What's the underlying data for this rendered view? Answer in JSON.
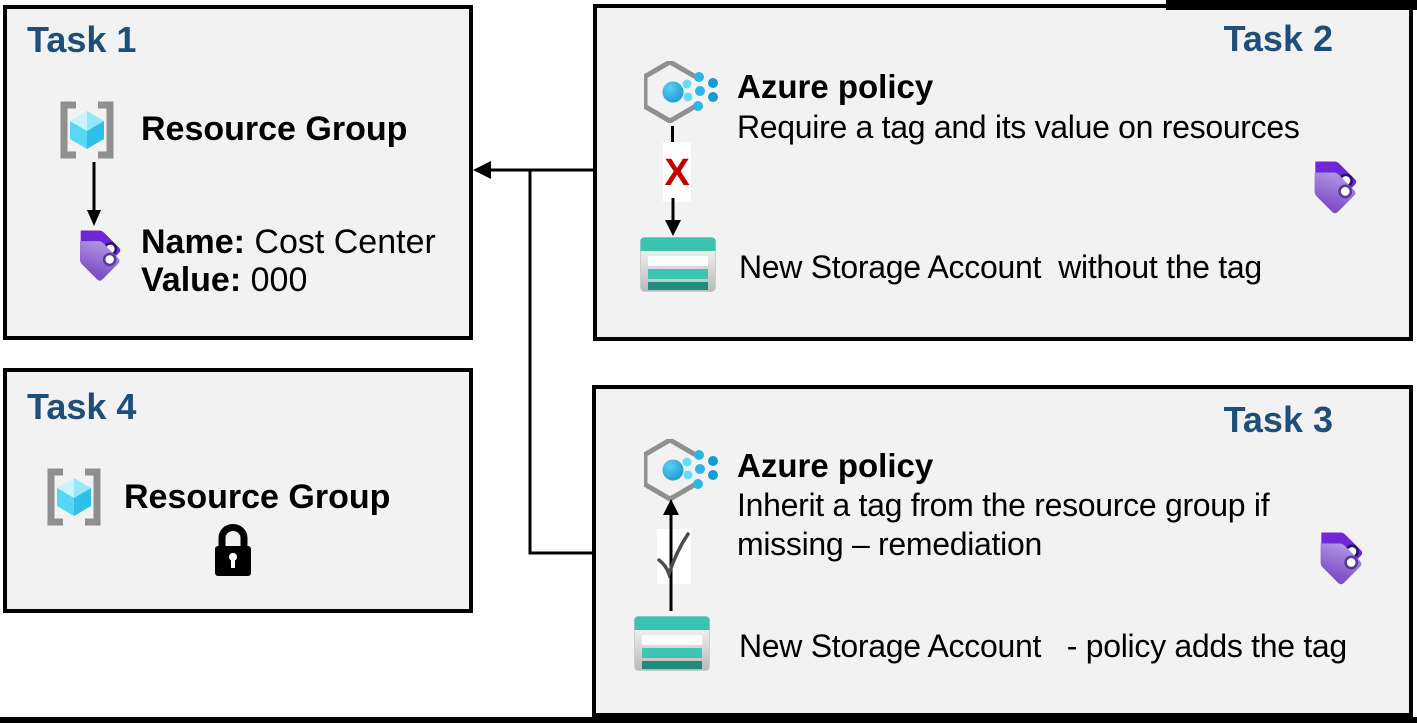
{
  "colors": {
    "task_header_blue": "#1F4E79",
    "box_background": "#F2F2F2",
    "box_border": "#000000",
    "reject_x_red": "#C00000",
    "tag_purple_back": "#7226D9",
    "tag_purple_front_light": "#BBA6EA",
    "tag_purple_front_dark": "#7E4FC7",
    "policy_dot_blue": "#1E9FD8",
    "storage_teal": "#3CC3B0",
    "storage_teal_dark": "#1E8D80"
  },
  "task1": {
    "title": "Task 1",
    "resource_group_label": "Resource Group",
    "tag_name_label": "Name:",
    "tag_name_value": "Cost Center",
    "tag_value_label": "Value:",
    "tag_value_value": "000"
  },
  "task2": {
    "title": "Task 2",
    "policy_name": "Azure policy",
    "policy_description": "Require a tag and its value on resources",
    "reject_mark": "X",
    "storage_caption": "New Storage Account  without the tag"
  },
  "task3": {
    "title": "Task 3",
    "policy_name": "Azure policy",
    "policy_description_line1": "Inherit a tag from the resource group if",
    "policy_description_line2": "missing – remediation",
    "storage_caption": "New Storage Account   - policy adds the tag"
  },
  "task4": {
    "title": "Task 4",
    "resource_group_label": "Resource Group"
  }
}
